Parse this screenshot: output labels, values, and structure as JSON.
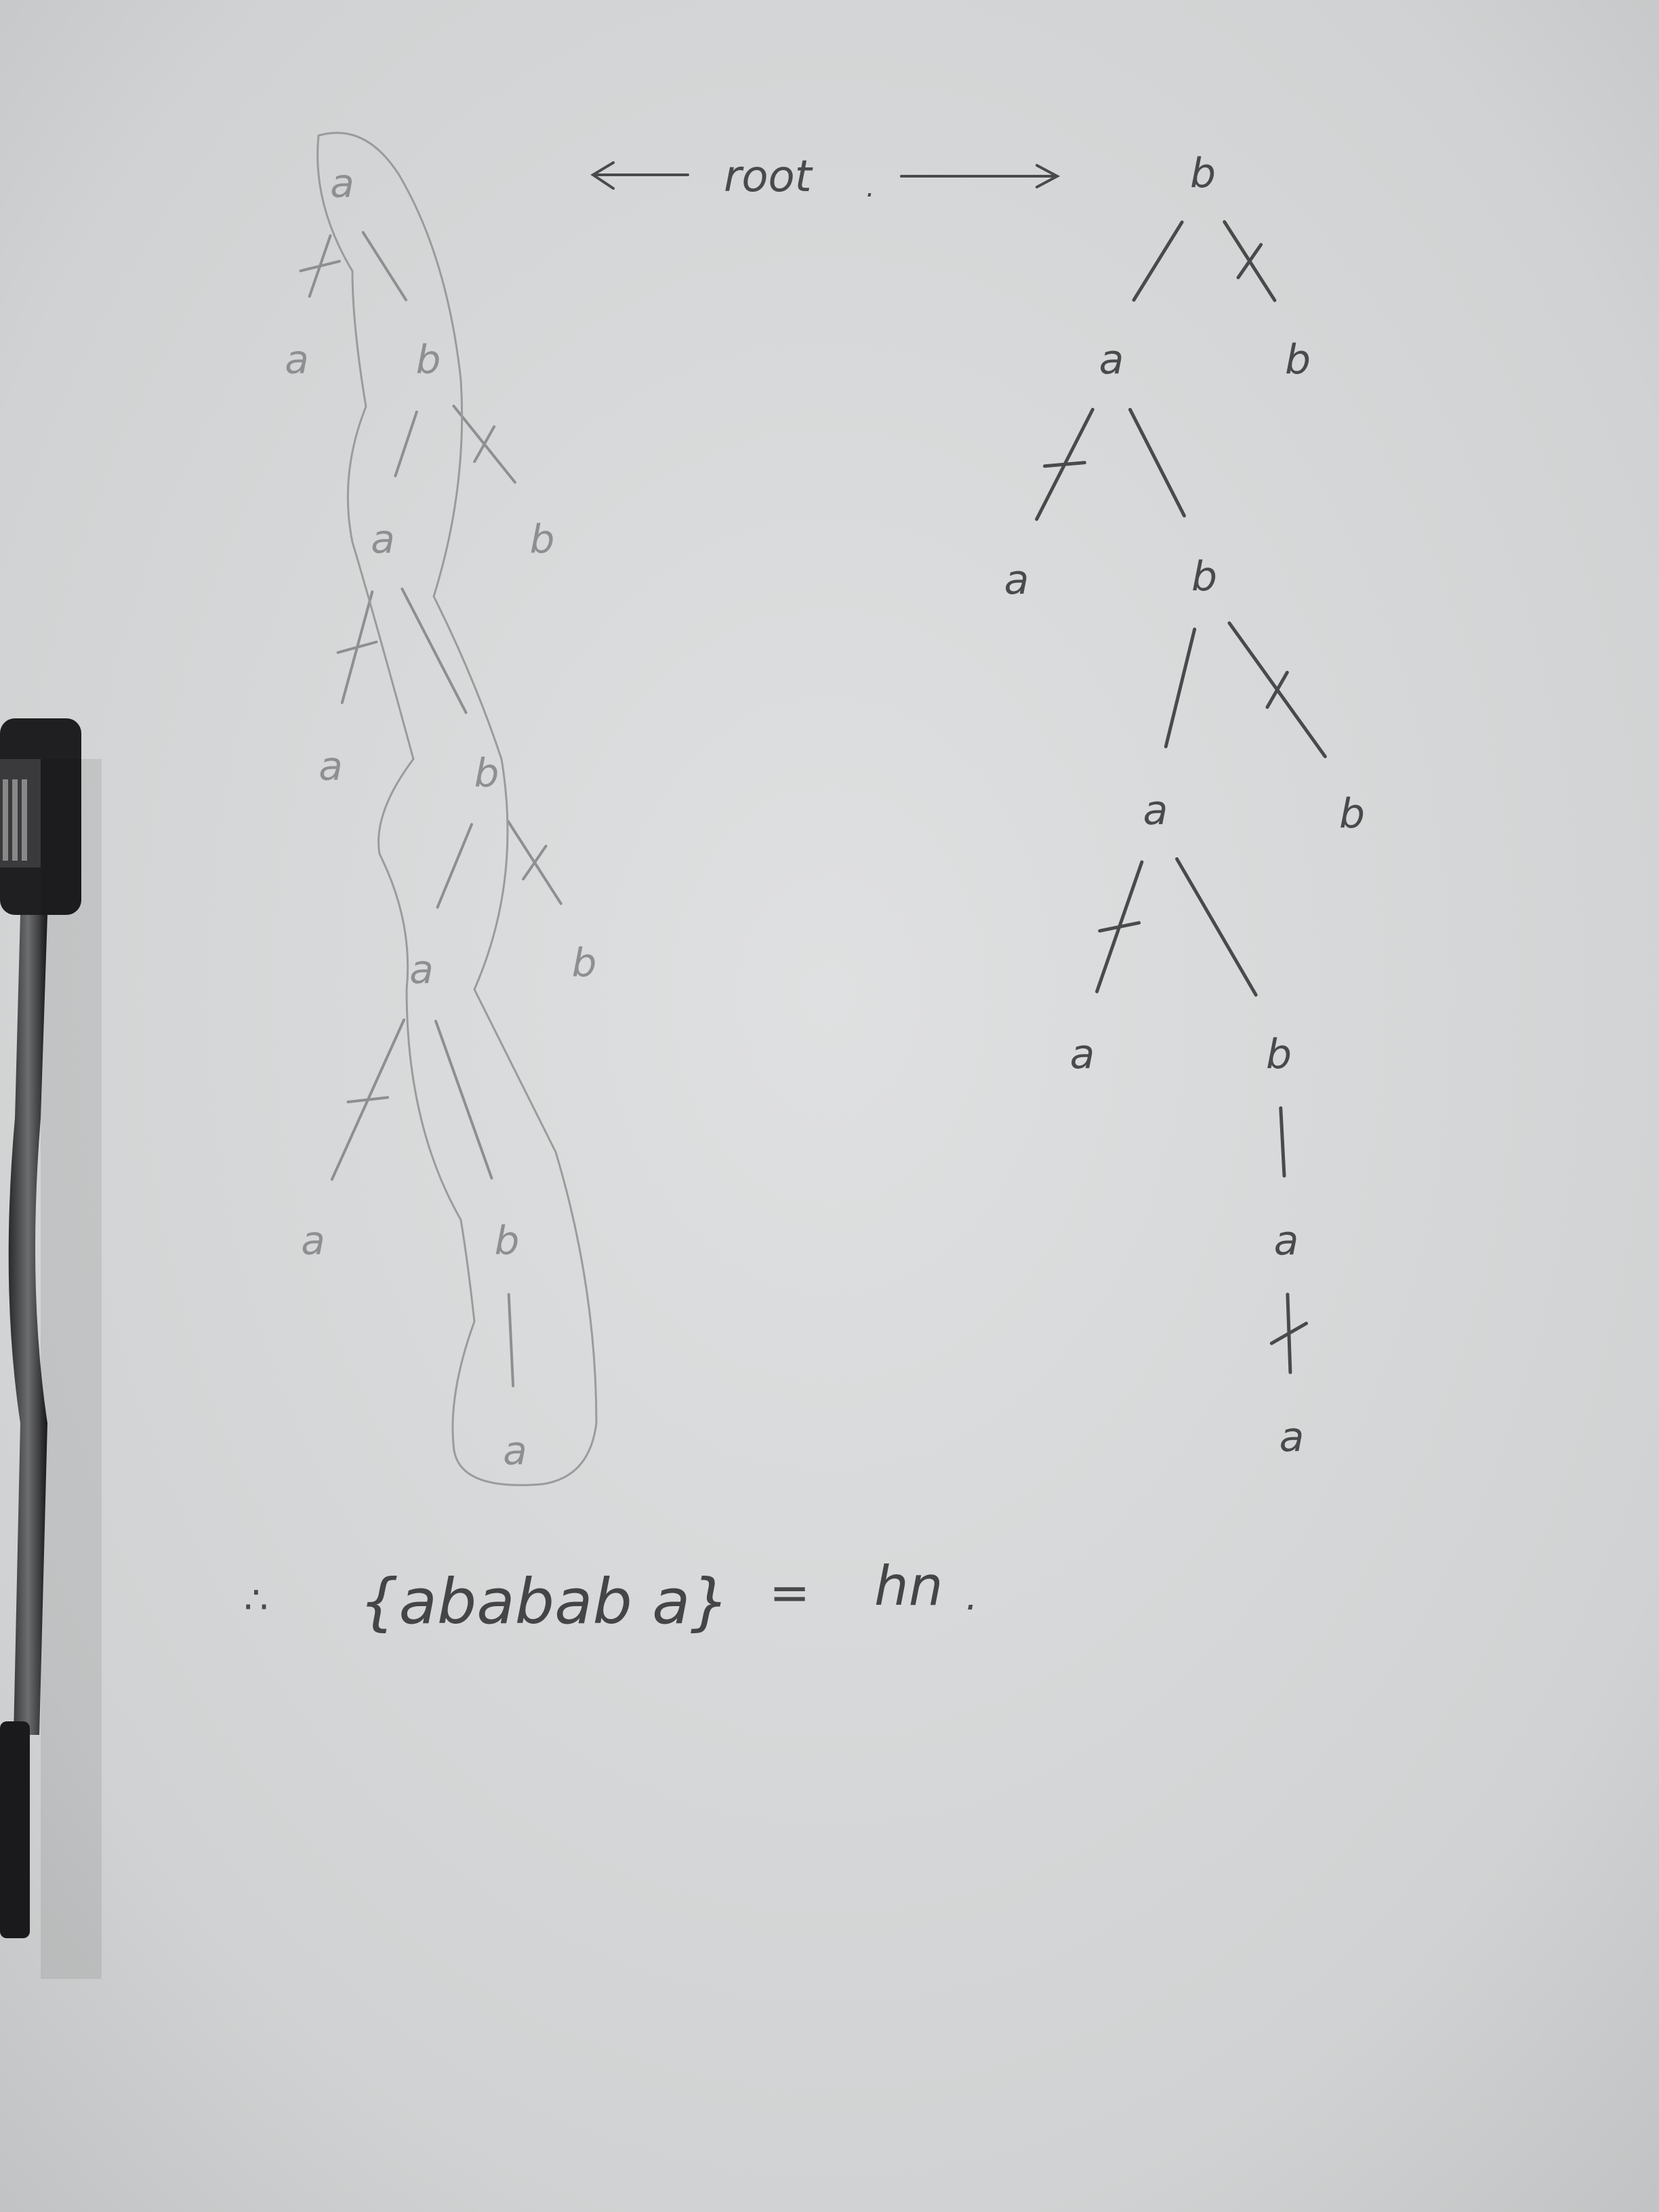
{
  "photo": {
    "paper_color": "#d6d8d8",
    "ink_color": "#4a4a4c",
    "faint_ink_color": "#8e8f91"
  },
  "root_label": "root",
  "left_tree": {
    "nodes": [
      {
        "id": "L0",
        "label": "a"
      },
      {
        "id": "L1a",
        "label": "a"
      },
      {
        "id": "L1b",
        "label": "b"
      },
      {
        "id": "L2a",
        "label": "a"
      },
      {
        "id": "L2b",
        "label": "b"
      },
      {
        "id": "L3a",
        "label": "a"
      },
      {
        "id": "L3b",
        "label": "b"
      },
      {
        "id": "L4a",
        "label": "a"
      },
      {
        "id": "L4b",
        "label": "b"
      },
      {
        "id": "L5a",
        "label": "a"
      },
      {
        "id": "L5b",
        "label": "b"
      },
      {
        "id": "L6a",
        "label": "a"
      }
    ],
    "edges": [
      {
        "from": "L0",
        "to": "L1a",
        "crossed": true
      },
      {
        "from": "L0",
        "to": "L1b",
        "crossed": false
      },
      {
        "from": "L1b",
        "to": "L2a",
        "crossed": false
      },
      {
        "from": "L1b",
        "to": "L2b",
        "crossed": true
      },
      {
        "from": "L2a",
        "to": "L3a",
        "crossed": true
      },
      {
        "from": "L2a",
        "to": "L3b",
        "crossed": false
      },
      {
        "from": "L3b",
        "to": "L4a",
        "crossed": false
      },
      {
        "from": "L3b",
        "to": "L4b",
        "crossed": true
      },
      {
        "from": "L4a",
        "to": "L5a",
        "crossed": true
      },
      {
        "from": "L4a",
        "to": "L5b",
        "crossed": false
      },
      {
        "from": "L5b",
        "to": "L6a",
        "crossed": false
      }
    ]
  },
  "right_tree": {
    "nodes": [
      {
        "id": "R0",
        "label": "b"
      },
      {
        "id": "R1a",
        "label": "a"
      },
      {
        "id": "R1b",
        "label": "b"
      },
      {
        "id": "R2a",
        "label": "a"
      },
      {
        "id": "R2b",
        "label": "b"
      },
      {
        "id": "R3a",
        "label": "a"
      },
      {
        "id": "R3b",
        "label": "b"
      },
      {
        "id": "R4a",
        "label": "a"
      },
      {
        "id": "R4b",
        "label": "b"
      },
      {
        "id": "R5a",
        "label": "a"
      },
      {
        "id": "R6a",
        "label": "a"
      }
    ],
    "edges": [
      {
        "from": "R0",
        "to": "R1a",
        "crossed": false
      },
      {
        "from": "R0",
        "to": "R1b",
        "crossed": true
      },
      {
        "from": "R1a",
        "to": "R2a",
        "crossed": true
      },
      {
        "from": "R1a",
        "to": "R2b",
        "crossed": false
      },
      {
        "from": "R2b",
        "to": "R3a",
        "crossed": false
      },
      {
        "from": "R2b",
        "to": "R3b",
        "crossed": true
      },
      {
        "from": "R3a",
        "to": "R4a",
        "crossed": true
      },
      {
        "from": "R3a",
        "to": "R4b",
        "crossed": false
      },
      {
        "from": "R4b",
        "to": "R5a",
        "crossed": false
      },
      {
        "from": "R5a",
        "to": "R6a",
        "crossed": true
      }
    ]
  },
  "conclusion": {
    "therefore": "∴",
    "string": "{ababab a}",
    "equals": "=",
    "value": "hn",
    "period": "."
  }
}
